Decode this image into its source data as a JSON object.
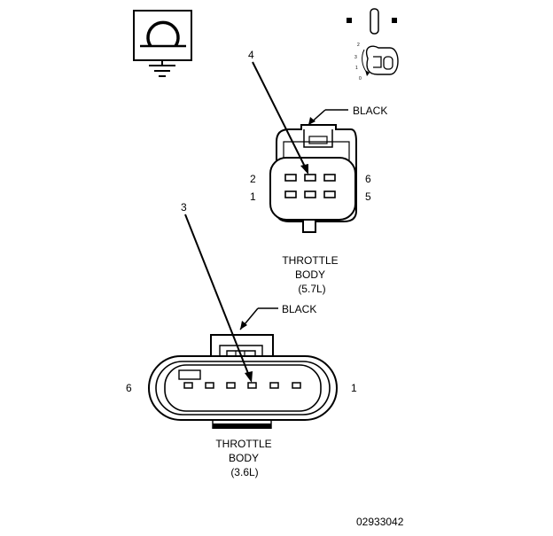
{
  "callouts": {
    "upper_pin_callout": "4",
    "lower_pin_callout": "3"
  },
  "ignition_key": {
    "positions": [
      "2",
      "3",
      "1",
      "0"
    ]
  },
  "connector_57": {
    "color_label": "BLACK",
    "pin_labels": {
      "top_left": "2",
      "bottom_left": "1",
      "top_right": "6",
      "bottom_right": "5"
    },
    "name_line1": "THROTTLE",
    "name_line2": "BODY",
    "name_line3": "(5.7L)"
  },
  "connector_36": {
    "color_label": "BLACK",
    "pin_labels": {
      "left": "6",
      "right": "1"
    },
    "name_line1": "THROTTLE",
    "name_line2": "BODY",
    "name_line3": "(3.6L)"
  },
  "figure_number": "02933042"
}
